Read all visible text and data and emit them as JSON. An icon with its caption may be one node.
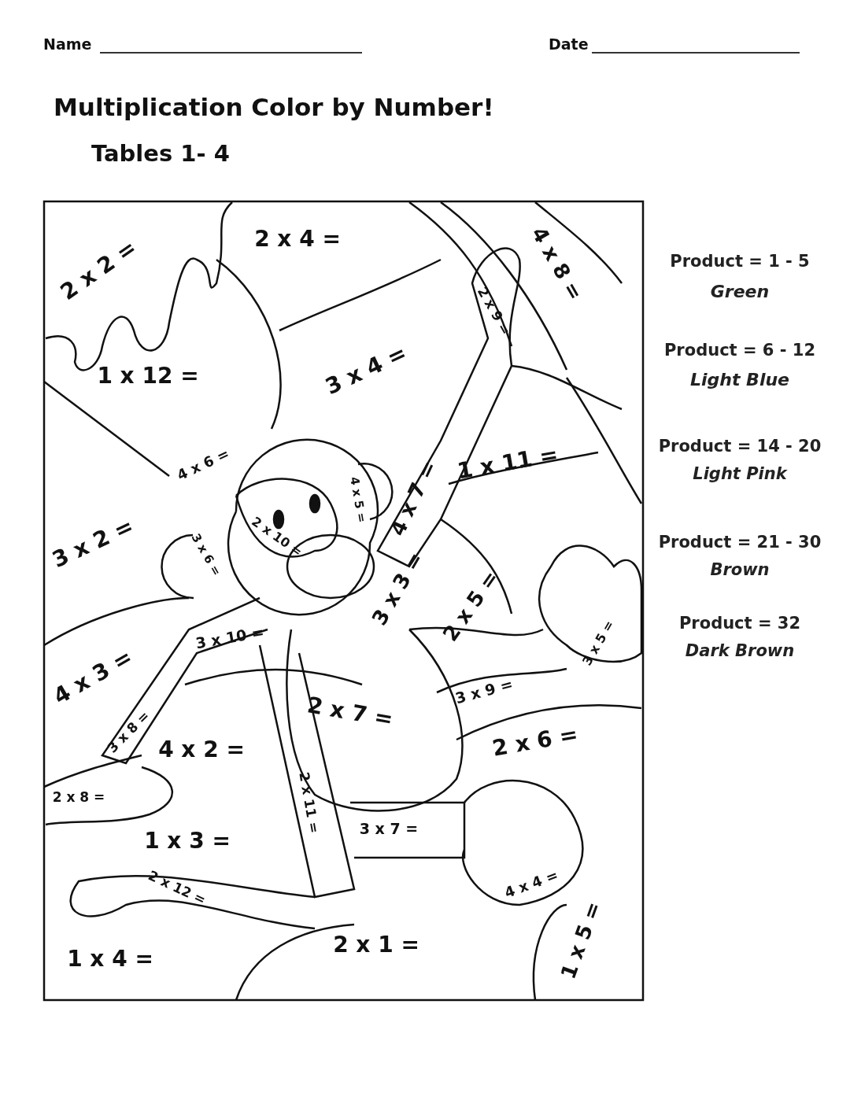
{
  "diagram": {
    "title": "Multiplication Color by Number!",
    "labels": [
      "Name",
      "Date",
      "Tables 1- 4",
      "2 x 4 =",
      "2 x 2 =",
      "4 x 8 =",
      "2 x 9 =",
      "1 x 12 =",
      "3 x 4 =",
      "4 x 6 =",
      "1 x 11 =",
      "4 x 5 =",
      "4 x 7 =",
      "3 x 2 =",
      "2 x 10 =",
      "3 x 6 =",
      "3 x 3 =",
      "2 x 5 =",
      "3 x 10 =",
      "4 x 3 =",
      "3 x 5 =",
      "3 x 9 =",
      "2 x 7 =",
      "3 x 8 =",
      "4 x 2 =",
      "2 x 6 =",
      "2 x 8 =",
      "2 x 11 =",
      "3 x 7 =",
      "1 x 3 =",
      "4 x 4 =",
      "2 x 12 =",
      "1 x 5 =",
      "2 x 1 =",
      "1 x 4 =",
      "Product = 1 - 5",
      "Green",
      "Product = 6 - 12",
      "Light Blue",
      "Product = 14 - 20",
      "Light Pink",
      "Product = 21 - 30",
      "Brown",
      "Product = 32",
      "Dark Brown"
    ]
  }
}
